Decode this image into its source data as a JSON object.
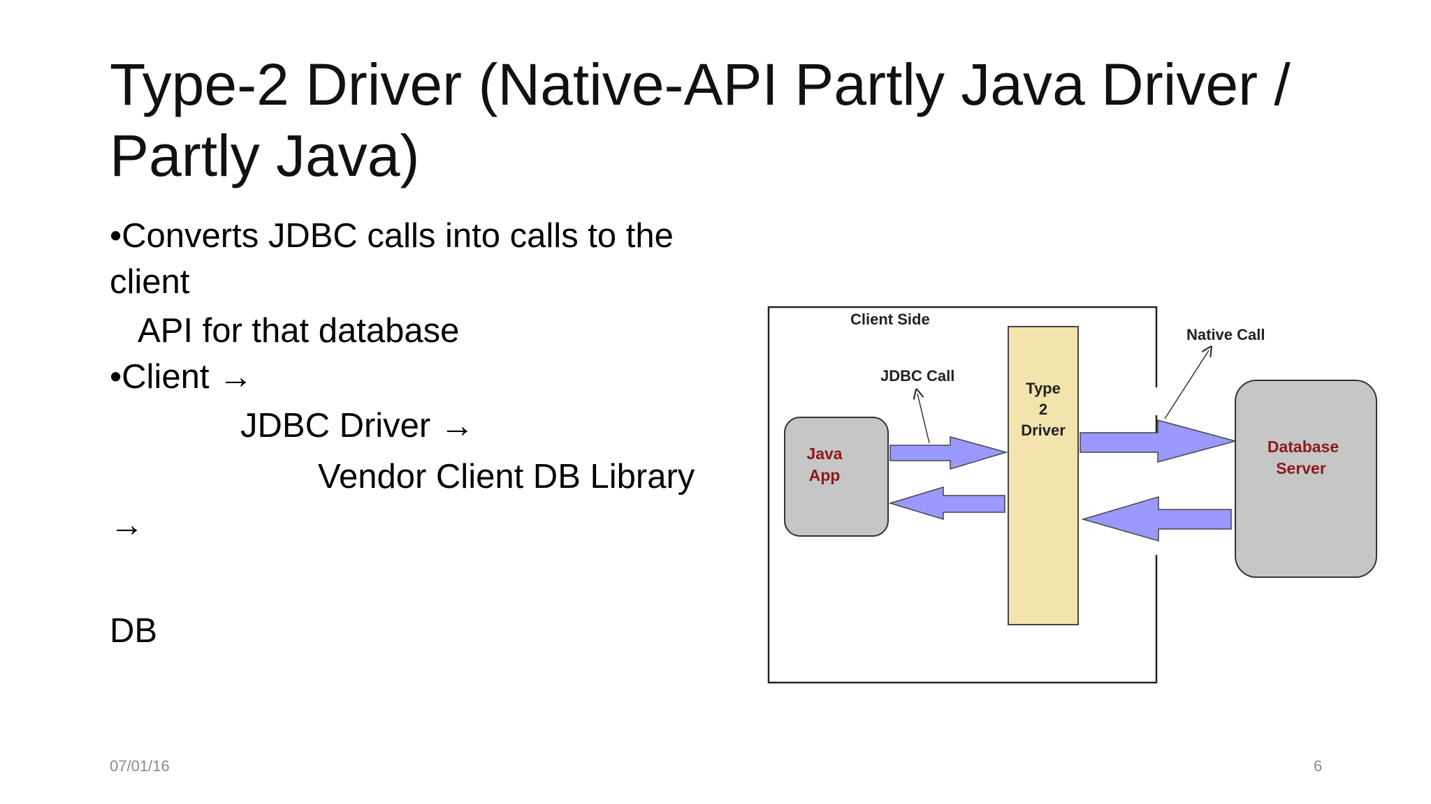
{
  "slide": {
    "title_line1": "Type-2 Driver (Native-API Partly Java Driver /",
    "title_line2": "Partly Java)",
    "bullets": {
      "b1_line1": "•Converts JDBC calls into calls to the",
      "b1_line2": "client",
      "b1_line3": "API for that database",
      "b2_line1": "•Client →",
      "b2_line2": "JDBC Driver →",
      "b2_line3": "Vendor Client DB Library",
      "b2_line4": "→",
      "b2_line5": "DB"
    },
    "footer": {
      "date": "07/01/16",
      "page_number": "6"
    }
  },
  "diagram": {
    "client_side_label": "Client Side",
    "jdbc_call_label": "JDBC Call",
    "native_call_label": "Native Call",
    "java_app_line1": "Java",
    "java_app_line2": "App",
    "driver_line1": "Type",
    "driver_line2": "2",
    "driver_line3": "Driver",
    "db_line1": "Database",
    "db_line2": "Server",
    "colors": {
      "arrow_fill": "#9999ff",
      "driver_fill": "#f3e4ad",
      "box_fill": "#c6c6c6",
      "box_text": "#8b1a1a"
    }
  }
}
